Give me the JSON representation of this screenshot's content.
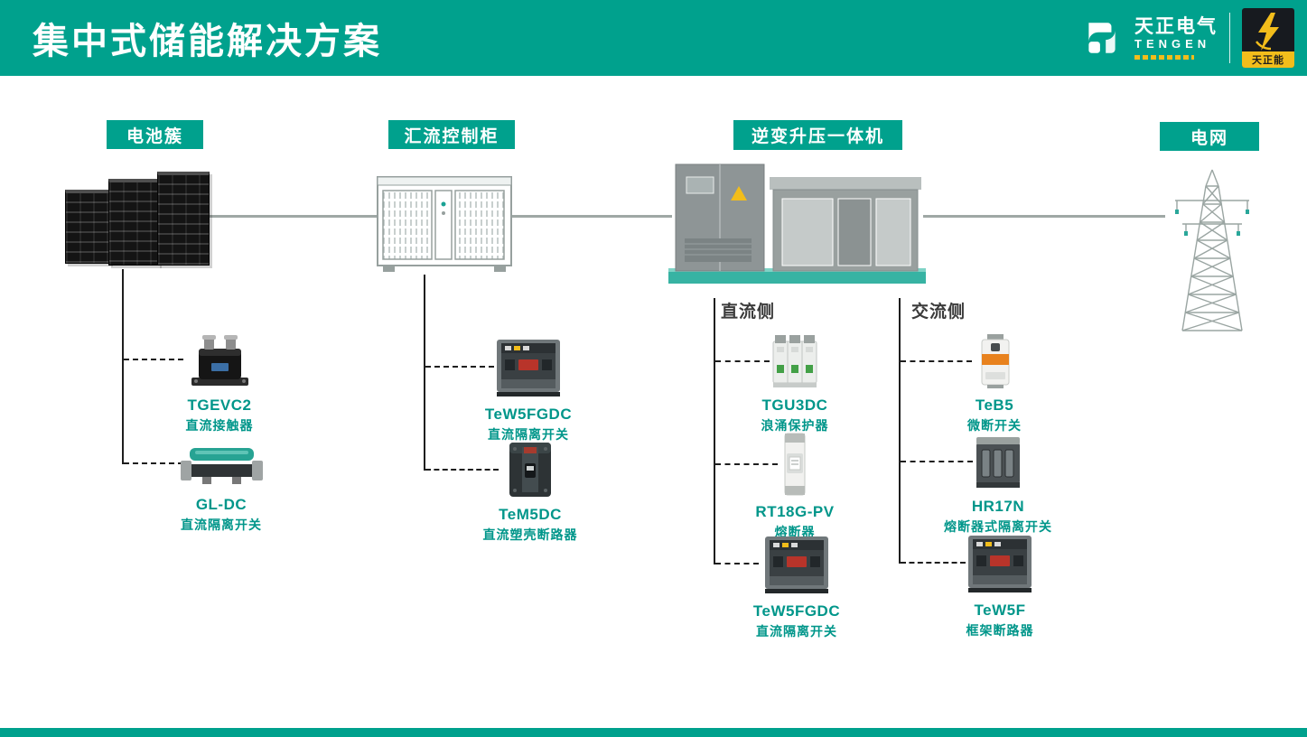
{
  "header": {
    "title": "集中式储能解决方案",
    "brand": {
      "name": "天正电气",
      "name_en": "TENGEN",
      "badge": "天正能"
    }
  },
  "stations": [
    {
      "label": "电池簇"
    },
    {
      "label": "汇流控制柜"
    },
    {
      "label": "逆变升压一体机"
    },
    {
      "label": "电网"
    }
  ],
  "sides": {
    "dc": "直流侧",
    "ac": "交流侧"
  },
  "products": [
    {
      "name": "TGEVC2",
      "desc": "直流接触器"
    },
    {
      "name": "GL-DC",
      "desc": "直流隔离开关"
    },
    {
      "name": "TeW5FGDC",
      "desc": "直流隔离开关"
    },
    {
      "name": "TeM5DC",
      "desc": "直流塑壳断路器"
    },
    {
      "name": "TGU3DC",
      "desc": "浪涌保护器"
    },
    {
      "name": "RT18G-PV",
      "desc": "熔断器"
    },
    {
      "name": "TeW5FGDC",
      "desc": "直流隔离开关"
    },
    {
      "name": "TeB5",
      "desc": "微断开关"
    },
    {
      "name": "HR17N",
      "desc": "熔断器式隔离开关"
    },
    {
      "name": "TeW5F",
      "desc": "框架断路器"
    }
  ],
  "colors": {
    "accent_teal": "#00A18D",
    "product_text_teal": "#00968A",
    "badge_yellow": "#F2BD1B",
    "line_gray": "#9FA8A5",
    "line_dark": "#1E1E1E"
  }
}
